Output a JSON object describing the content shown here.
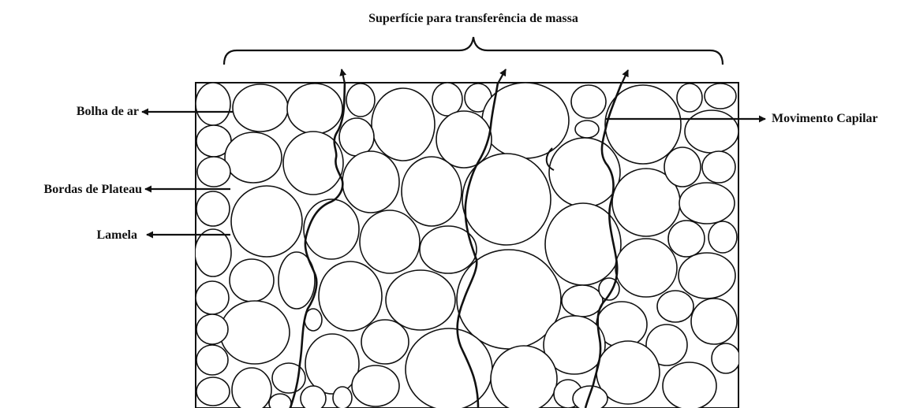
{
  "title": "Superfície para transferência de massa",
  "labels": {
    "bolha": "Bolha de ar",
    "bordas": "Bordas de Plateau",
    "lamela": "Lamela",
    "capilar": "Movimento Capilar"
  },
  "colors": {
    "ink": "#111111",
    "background": "#ffffff"
  }
}
